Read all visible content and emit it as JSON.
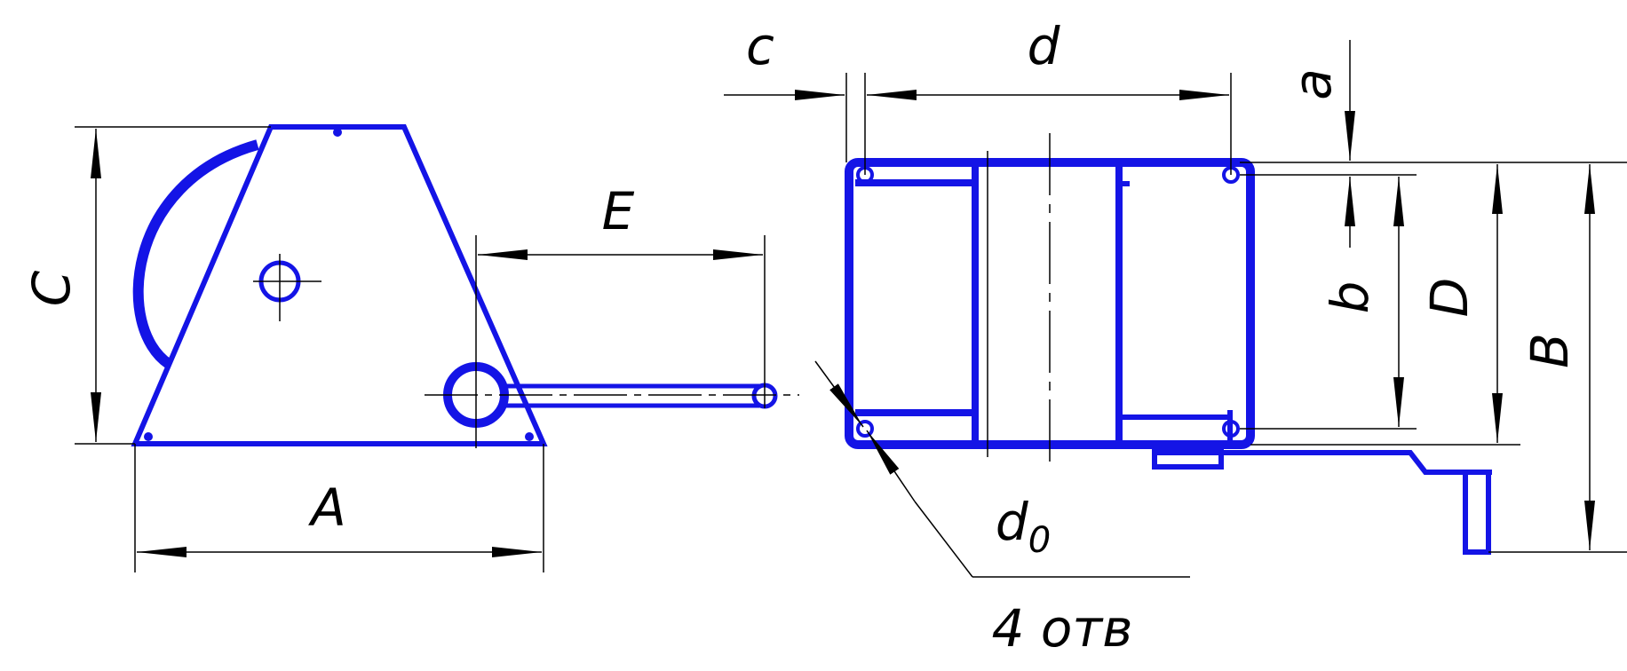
{
  "colors": {
    "outline": "#1414e6",
    "dimension": "#000000",
    "background": "#ffffff"
  },
  "labels": {
    "C": "C",
    "A": "A",
    "E": "E",
    "c": "c",
    "d": "d",
    "a": "a",
    "b": "b",
    "D": "D",
    "B": "B",
    "d0_main": "d",
    "d0_sub": "0",
    "holes": "4 отв"
  }
}
